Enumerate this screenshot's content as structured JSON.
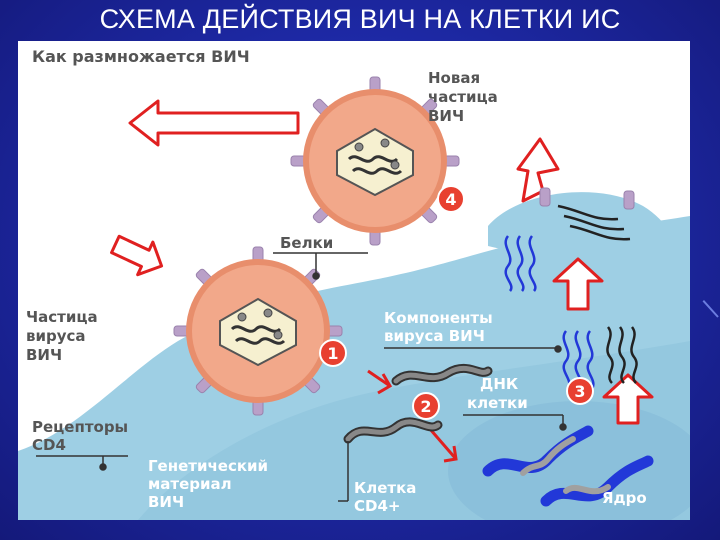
{
  "slide": {
    "title": "СХЕМА ДЕЙСТВИЯ ВИЧ НА КЛЕТКИ ИС"
  },
  "diagram": {
    "heading": "Как размножается ВИЧ",
    "labels": {
      "new_particle": [
        "Новая",
        "частица",
        "ВИЧ"
      ],
      "proteins": "Белки",
      "virus_particle": [
        "Частица",
        "вируса",
        "ВИЧ"
      ],
      "virus_components": [
        "Компоненты",
        "вируса ВИЧ"
      ],
      "cell_dna": [
        "ДНК",
        "клетки"
      ],
      "receptors": [
        "Рецепторы",
        "CD4"
      ],
      "genetic_material": [
        "Генетический",
        "материал",
        "ВИЧ"
      ],
      "cd4_cell": [
        "Клетка",
        "CD4+"
      ],
      "nucleus": "Ядро"
    },
    "steps": [
      "1",
      "2",
      "3",
      "4"
    ],
    "colors": {
      "cell": "#9ecfe4",
      "cell_dark": "#7fb8d6",
      "virus_body": "#f2a88a",
      "virus_ring": "#e88e6c",
      "core": "#f6f0d0",
      "spike": "#b9a0c8",
      "arrow": "#e02020",
      "step_badge": "#e84030",
      "dna_blue": "#2238d8",
      "label": "#ffffff",
      "label_dark": "#3a3a3a"
    }
  }
}
